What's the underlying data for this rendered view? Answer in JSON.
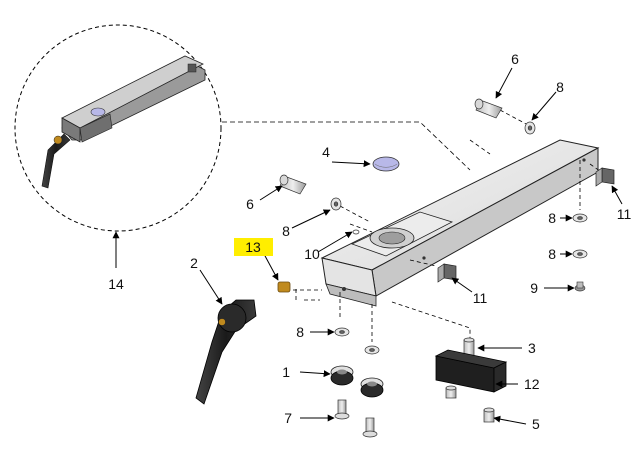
{
  "callouts": {
    "c1": "1",
    "c2": "2",
    "c3": "3",
    "c4": "4",
    "c5": "5",
    "c6a": "6",
    "c6b": "6",
    "c7": "7",
    "c8a": "8",
    "c8b": "8",
    "c8c": "8",
    "c8d": "8",
    "c8e": "8",
    "c9": "9",
    "c10": "10",
    "c11a": "11",
    "c11b": "11",
    "c12": "12",
    "c13": "13",
    "c14": "14"
  },
  "colors": {
    "highlight": "#ffee00",
    "line": "#000000",
    "part": "#8a8a8a",
    "part_dark": "#2a2a2a",
    "accent_brass": "#c08a1e",
    "accent_blue": "#b8b8e8"
  }
}
